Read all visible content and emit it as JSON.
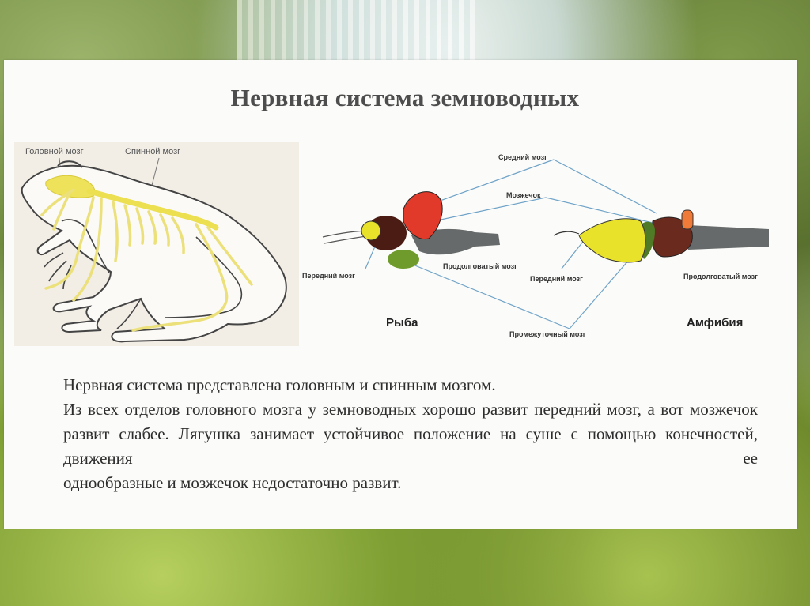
{
  "title": "Нервная система земноводных",
  "frog": {
    "label_brain": "Головной мозг",
    "label_spinal": "Спинной мозг"
  },
  "diagram": {
    "labels": {
      "midbrain": "Средний мозг",
      "cerebellum": "Мозжечок",
      "forebrain_fish": "Передний мозг",
      "medulla_fish": "Продолговатый мозг",
      "forebrain_amph": "Передний мозг",
      "medulla_amph": "Продолговатый мозг",
      "diencephalon": "Промежуточный мозг"
    },
    "captions": {
      "fish": "Рыба",
      "amphibian": "Амфибия"
    },
    "colors": {
      "forebrain": "#e9e22a",
      "midbrain": "#e13a2a",
      "diencephalon": "#4f1f18",
      "cerebellum": "#6f8a2c",
      "medulla": "#666a6a",
      "olfactory": "#f07a38"
    }
  },
  "body_text": {
    "line1": "Нервная система представлена головным и спинным мозгом.",
    "paragraph": "Из всех отделов головного мозга у земноводных хорошо развит передний мозг, а вот мозжечок развит слабее. Лягушка занимает устойчивое положение на суше с помощью конечностей, движения ее",
    "last_line": "однообразные и мозжечок недостаточно развит."
  }
}
